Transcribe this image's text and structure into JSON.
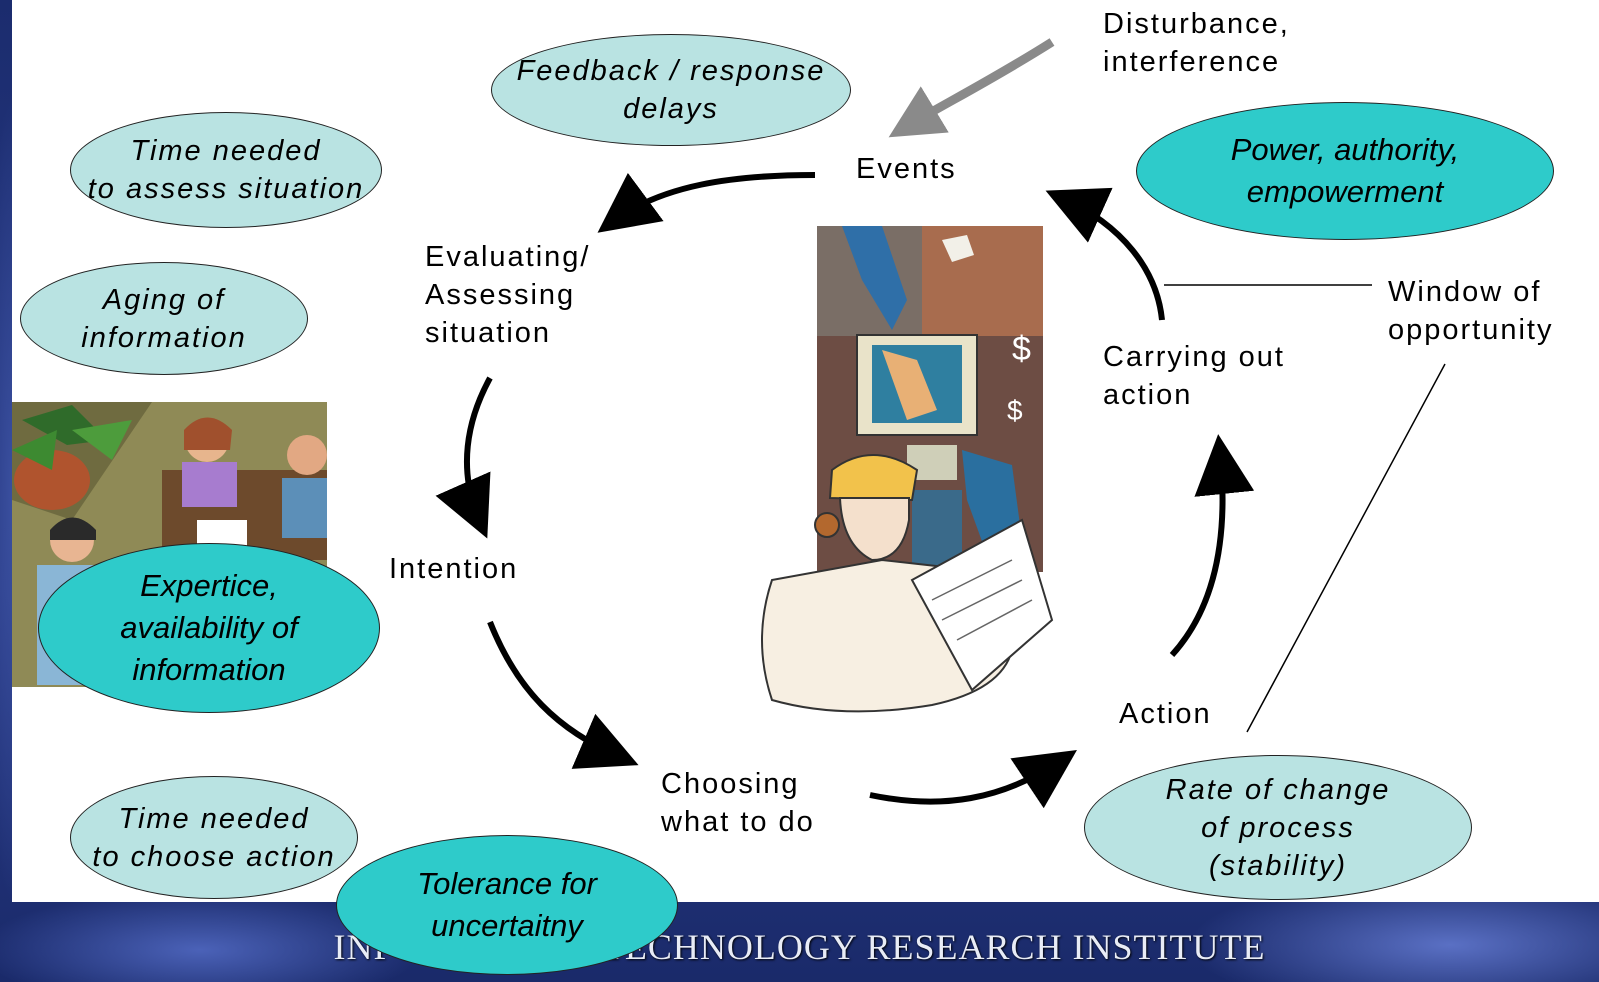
{
  "footer": {
    "text": "INFORMATION TECHNOLOGY RESEARCH INSTITUTE"
  },
  "cycle": {
    "events": "Events",
    "evaluating": "Evaluating/\nAssessing\nsituation",
    "intention": "Intention",
    "choosing": "Choosing\nwhat to do",
    "action": "Action",
    "carrying_out": "Carrying out\naction"
  },
  "labels": {
    "disturbance": "Disturbance,\ninterference",
    "window": "Window of\nopportunity"
  },
  "factors": {
    "feedback": "Feedback / response\ndelays",
    "time_assess": "Time needed\nto assess situation",
    "aging": "Aging of\ninformation",
    "expertise": "Expertice,\navailability of\ninformation",
    "time_choose": "Time needed\nto choose action",
    "tolerance": "Tolerance for\nuncertaitny",
    "power": "Power, authority,\nempowerment",
    "rate": "Rate of change\nof process\n(stability)"
  },
  "icons": [
    "office-meeting-clipart",
    "worker-with-blueprint-clipart"
  ],
  "colors": {
    "light_ellipse": "#b9e3e2",
    "dark_ellipse": "#2ecbca",
    "background": "#1b2c6e"
  }
}
